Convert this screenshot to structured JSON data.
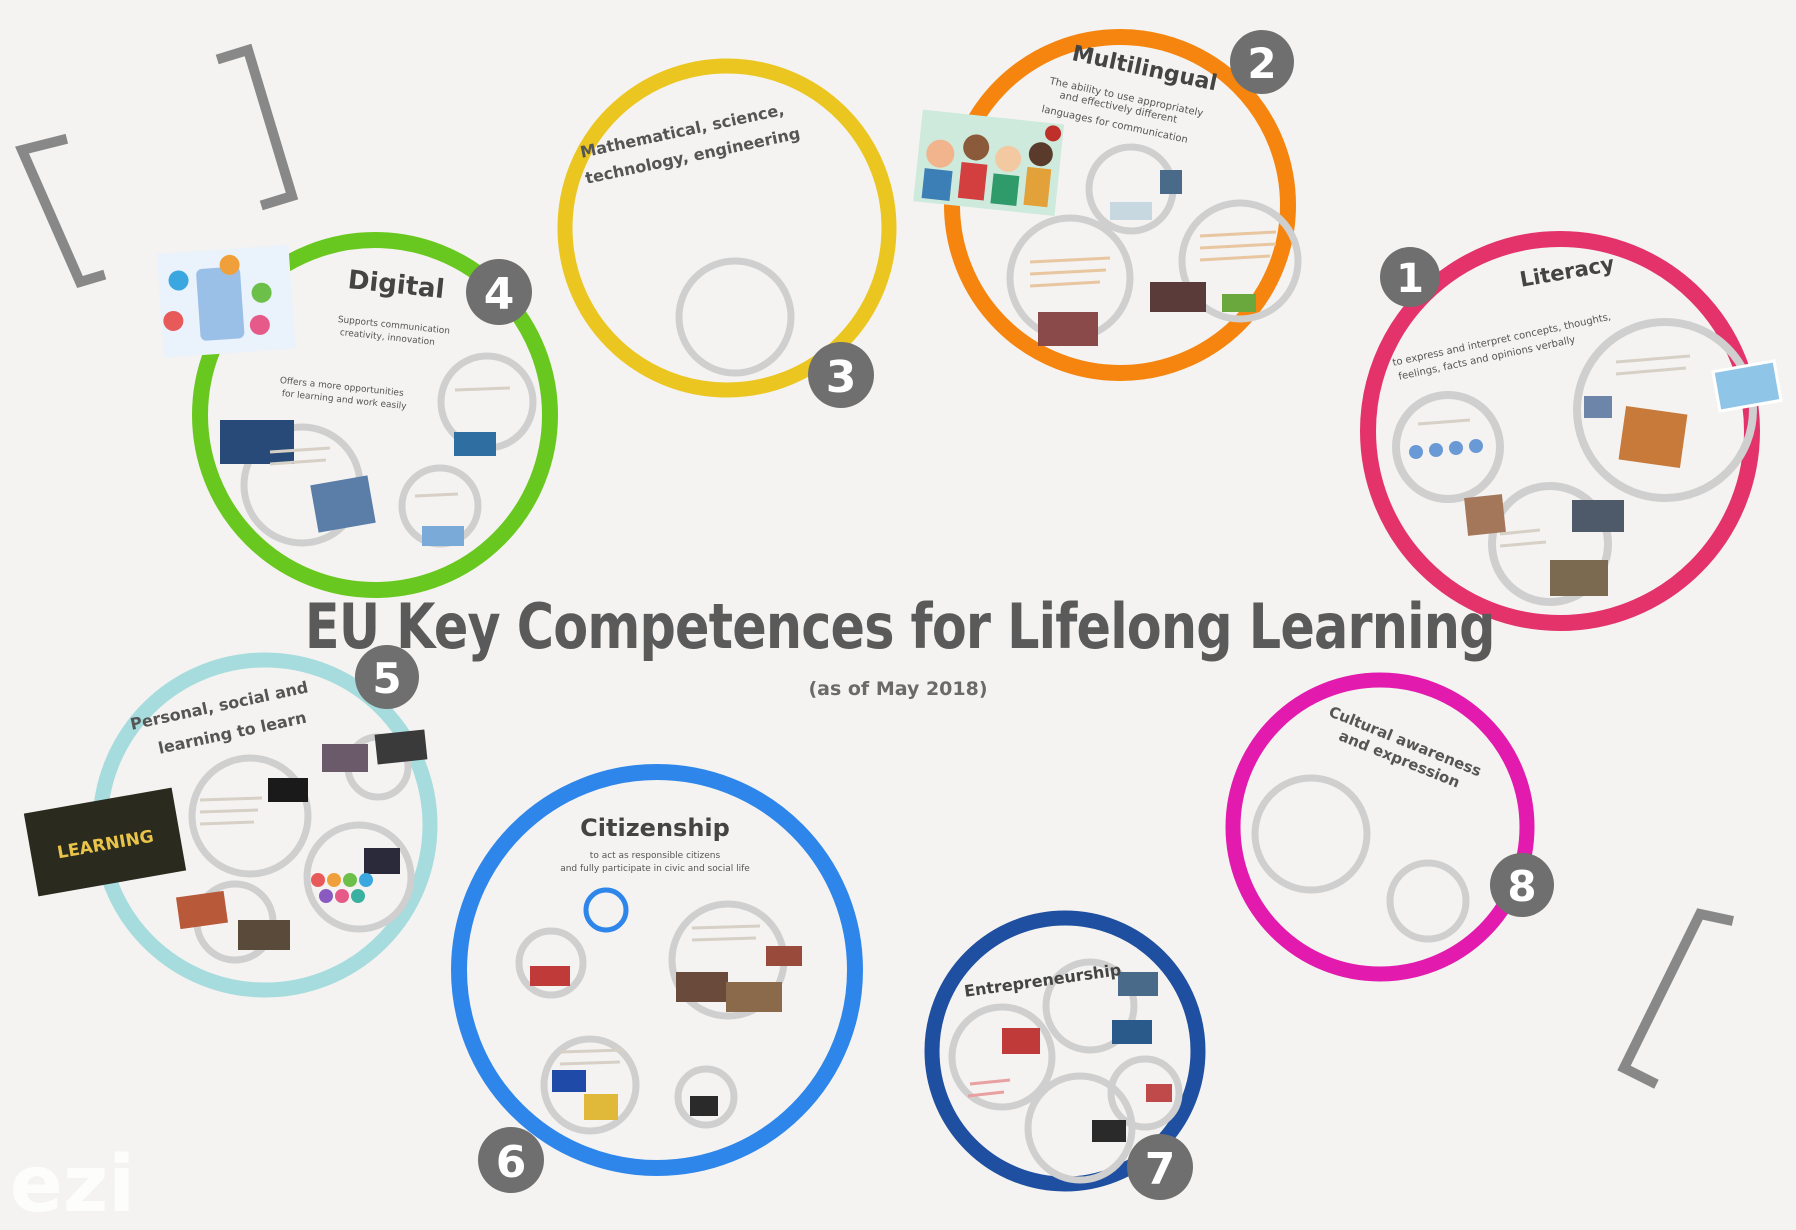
{
  "title": "EU Key Competences for Lifelong Learning",
  "subtitle": "(as of May 2018)",
  "watermark": "ezi",
  "colors": {
    "literacy": "#e3336a",
    "multilingual": "#f5850f",
    "math": "#ecc620",
    "digital": "#69c81f",
    "personal": "#a6dcdd",
    "citizenship": "#2f86ea",
    "entrepreneurship": "#1f4fa0",
    "cultural": "#e21aae",
    "badge": "#6f6f6f",
    "inner": "#cfcfcf"
  },
  "competences": {
    "literacy": {
      "number": "1",
      "name": "Literacy",
      "desc_line1": "to express and interpret concepts, thoughts,",
      "desc_line2": "feelings, facts and opinions verbally"
    },
    "multilingual": {
      "number": "2",
      "name": "Multilingual",
      "desc_line1": "The ability to use appropriately",
      "desc_line2": "and effectively different",
      "desc_line3": "languages for communication"
    },
    "math": {
      "number": "3",
      "name_line1": "Mathematical, science,",
      "name_line2": "technology, engineering"
    },
    "digital": {
      "number": "4",
      "name": "Digital",
      "desc_line1": "Supports communication",
      "desc_line2": "creativity, innovation",
      "desc_line3": "Offers a more opportunities",
      "desc_line4": "for learning and work easily"
    },
    "personal": {
      "number": "5",
      "name_line1": "Personal, social and",
      "name_line2": "learning to learn",
      "image_label": "LEARNING"
    },
    "citizenship": {
      "number": "6",
      "name": "Citizenship",
      "desc_line1": "to act as responsible citizens",
      "desc_line2": "and fully participate in civic and social life"
    },
    "entrepreneurship": {
      "number": "7",
      "name": "Entrepreneurship"
    },
    "cultural": {
      "number": "8",
      "name_line1": "Cultural awareness",
      "name_line2": "and expression"
    }
  }
}
